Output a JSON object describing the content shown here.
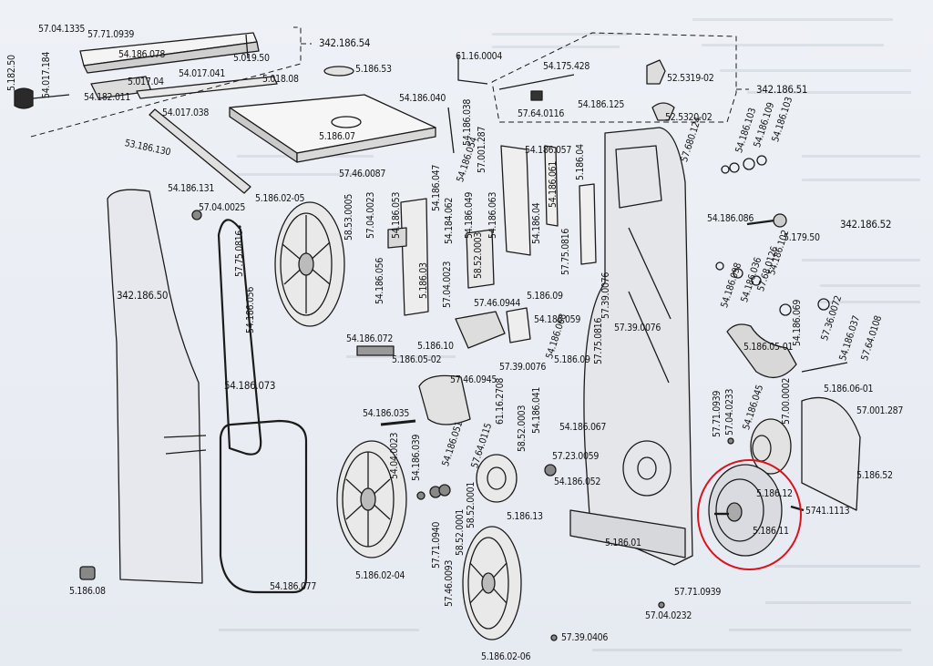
{
  "document": {
    "highlight_color": "#d81420",
    "parts": {
      "p570413350": "57.04.1335",
      "p57710939a": "57.71.0939",
      "p34218654": "342.186.54",
      "p518250": "5.182.50",
      "p54017184": "54.017.184",
      "p54186078": "54.186.078",
      "p501950": "5.019.50",
      "p518653": "5.186.53",
      "p5401704": "5.017.04",
      "p54017041": "54.017.041",
      "p5401808": "5.018.08",
      "p54182011": "54.182.011",
      "p54017038": "54.017.038",
      "p53186130": "53.186.130",
      "p518607": "5.186.07",
      "p61160004": "61.16.0004",
      "p54175428": "54.175.428",
      "p5253190": "52.5319-02",
      "p34218651": "342.186.51",
      "p54186040": "54.186.040",
      "p54186038": "54.186.038",
      "p57640116": "57.64.0116",
      "p54186125": "54.186.125",
      "p5253202": "52.5320-02",
      "p57001287a": "57.001.287",
      "p54186057": "54.186.057",
      "p5418604": "5.186.04",
      "p57680124": "57.680.124",
      "p54186103a": "54.186.103",
      "p54186109": "54.186.109",
      "p54186103b": "54.186.103",
      "p54186054": "54.186.054",
      "p57460087": "57.46.0087",
      "p54186131": "54.186.131",
      "p57040025": "57.04.0025",
      "p518602_05": "5.186.02-05",
      "p57040023": "57.04.0023",
      "p54186053": "54.186.053",
      "p54186047": "54.186.047",
      "p58530005": "58.53.0005",
      "p54186049": "54.186.049",
      "p54186063": "54.186.063",
      "p54186061": "54.186.061",
      "p5418604b": "54.186.04",
      "p54186086": "54.186.086",
      "p517950": "5.179.50",
      "p34218652": "342.186.52",
      "p57750816a": "57.75.0816",
      "p34218650": "342.186.50",
      "p54186056a": "54.186.056",
      "p54186056b": "54.186.056",
      "p518603": "5.186.03",
      "p54184062": "54.184.062",
      "p58520003a": "58.52.0003",
      "p57750816b": "57.75.0816",
      "p57040023b": "57.04.0023",
      "p5418609": "5.186.09",
      "p57460944": "57.46.0944",
      "p57390076a": "57.39.0076",
      "p54186102": "54.186.102",
      "p57680126": "57.68.0126",
      "p54186036": "54.186.036",
      "p54186098": "54.186.098",
      "p54186059": "54.186.059",
      "p57360072": "57.36.0072",
      "p54186072": "54.186.072",
      "p518610": "5.186.10",
      "p54186068": "54.186.068",
      "p57390076b": "57.39.0076",
      "p518605_01": "5.186.05-01",
      "p54186069": "54.186.069",
      "p54186037": "54.186.037",
      "p57640108": "57.64.0108",
      "p518605_02": "5.186.05-02",
      "p57460945": "57.46.0945",
      "p57390076c": "57.39.0076",
      "p5418609b": "5.186.09",
      "p57750816c": "57.75.0816",
      "p54186073": "54.186.073",
      "p61162708": "61.16.2708",
      "p57710939b": "57.71.0939",
      "p57040233": "57.04.0233",
      "p54186045": "54.186.045",
      "p57000002": "57.00.0002",
      "p518606_01": "5.186.06-01",
      "p57001287b": "57.001.287",
      "p54186035": "54.186.035",
      "p58520003b": "58.52.0003",
      "p54186041": "54.186.041",
      "p54186067": "54.186.067",
      "p54186051": "54.186.051",
      "p57640115": "57.64.0115",
      "p57230059": "57.23.0059",
      "p54040023": "54.04.0023",
      "p54186039": "54.186.039",
      "p54186052": "54.186.052",
      "p518612": "5.186.12",
      "p518652": "5.186.52",
      "p57411113": "5741.1113",
      "p518611": "5.186.11",
      "p58520001a": "58.52.0001",
      "p518613": "5.186.13",
      "p518601": "5.186.01",
      "p57710940": "57.71.0940",
      "p57460093": "57.46.0093",
      "p58520001b": "58.52.0001",
      "p518602_04": "5.186.02-04",
      "p518608": "5.186.08",
      "p54186077": "54.186.077",
      "p57710939c": "57.71.0939",
      "p57040232": "57.04.0232",
      "p57390406": "57.39.0406",
      "p518602_06": "5.186.02-06"
    }
  }
}
